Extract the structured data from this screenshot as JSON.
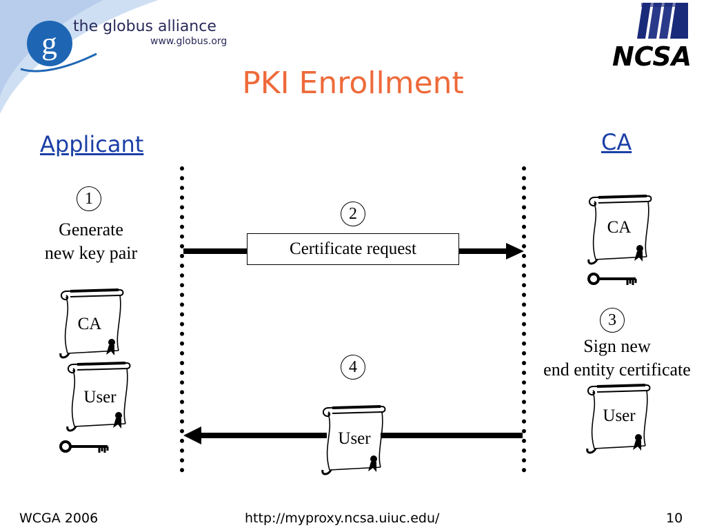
{
  "title": "PKI Enrollment",
  "logos": {
    "globus_name": "the globus alliance",
    "globus_url": "www.globus.org",
    "ncsa": "NCSA"
  },
  "headings": {
    "applicant": "Applicant",
    "ca": "CA"
  },
  "steps": {
    "one": {
      "number": "1",
      "caption_line1": "Generate",
      "caption_line2": "new key pair"
    },
    "two": {
      "number": "2",
      "label": "Certificate request"
    },
    "three": {
      "number": "3",
      "caption_line1": "Sign new",
      "caption_line2": "end entity certificate"
    },
    "four": {
      "number": "4"
    }
  },
  "certificates": {
    "applicant_ca": "CA",
    "applicant_user": "User",
    "ca_ca": "CA",
    "ca_user": "User",
    "transit_user": "User"
  },
  "footer": {
    "left": "WCGA 2006",
    "center": "http://myproxy.ncsa.uiuc.edu/",
    "right": "10"
  },
  "colors": {
    "title": "#ee6a3a",
    "heading_link": "#1b3fa6",
    "globus_blue": "#1e66b4",
    "ncsa": "#000000"
  },
  "icons": [
    "scroll-certificate-icon",
    "key-icon",
    "arrow-right-icon",
    "arrow-left-icon"
  ]
}
